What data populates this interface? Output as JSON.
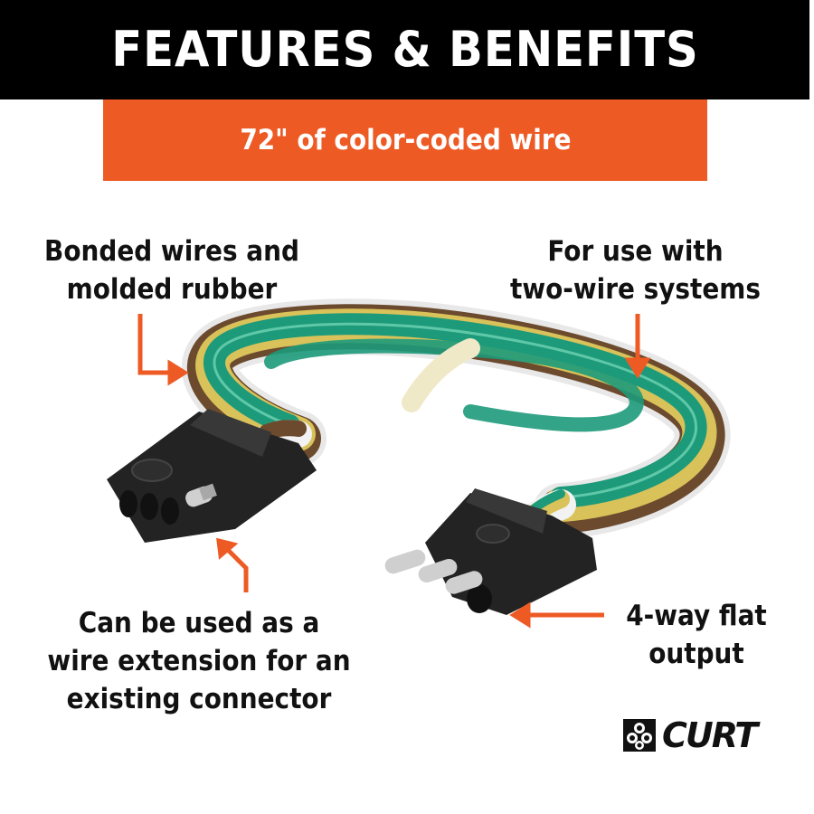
{
  "header": {
    "title": "FEATURES & BENEFITS"
  },
  "subbanner": {
    "text": "72\" of color-coded wire"
  },
  "callouts": {
    "bonded": {
      "lines": [
        "Bonded wires and",
        "molded rubber"
      ]
    },
    "two_wire": {
      "lines": [
        "For use with",
        "two-wire systems"
      ]
    },
    "extension": {
      "lines": [
        "Can be used as a",
        "wire extension for an",
        "existing connector"
      ]
    },
    "flat": {
      "lines": [
        "4-way flat",
        "output"
      ]
    }
  },
  "brand": {
    "name": "CURT",
    "icon": "curt-logo-icon"
  },
  "colors": {
    "header_bg": "#000000",
    "accent": "#ee5a24",
    "wire_green": "#1d9a7a",
    "wire_yellow": "#d9c25a",
    "wire_brown": "#6b4a2e",
    "wire_white": "#f2f2f2",
    "connector": "#222222"
  }
}
